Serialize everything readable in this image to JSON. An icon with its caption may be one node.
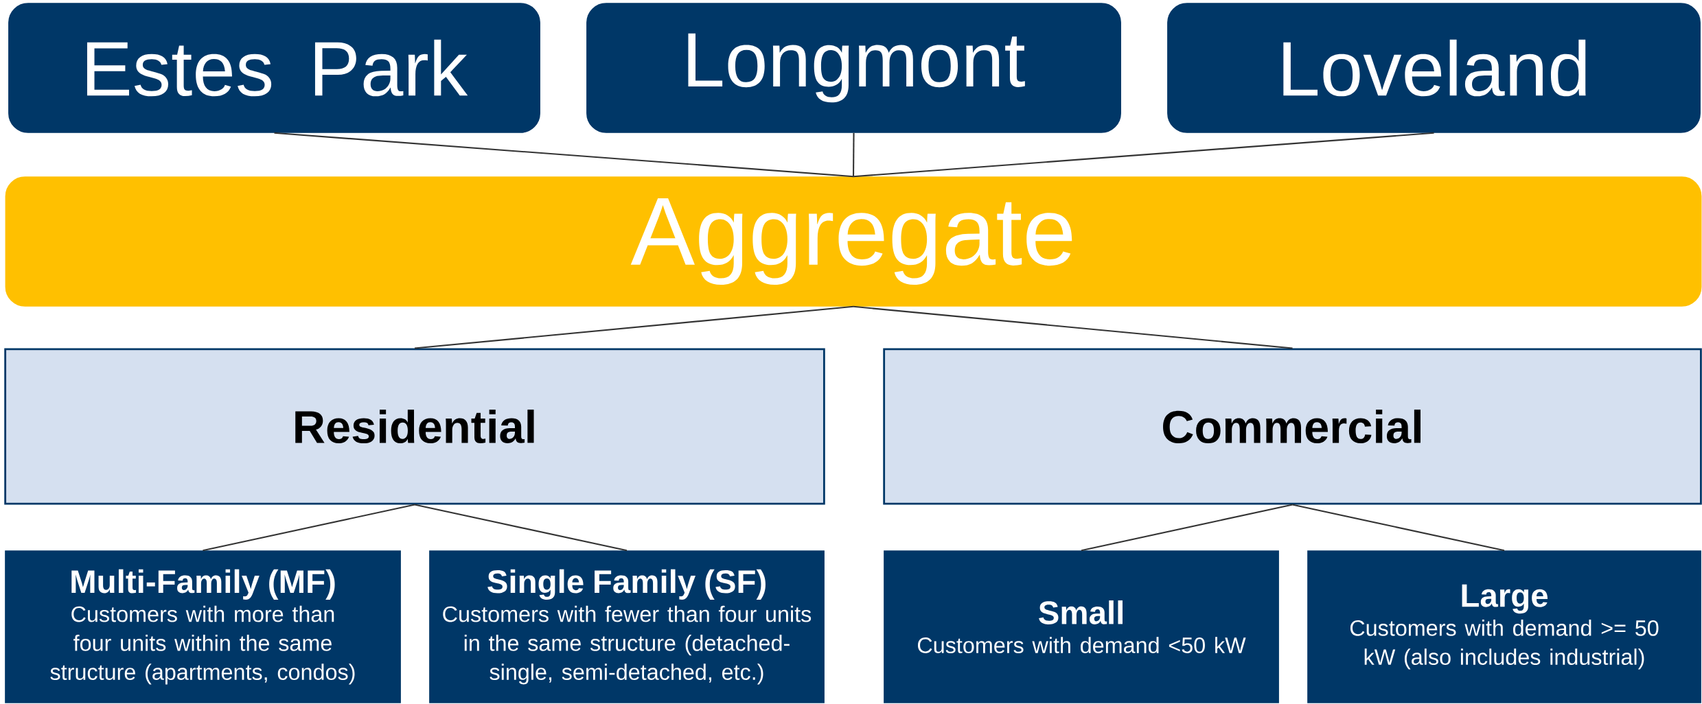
{
  "diagram": {
    "nodes": [
      {
        "text": [
          "Estes Park"
        ]
      },
      {
        "text": [
          "Longmont"
        ]
      },
      {
        "text": [
          "Loveland"
        ]
      },
      {
        "text": [
          "Aggregate"
        ]
      },
      {
        "text": [
          "Residential"
        ]
      },
      {
        "text": [
          "Commercial"
        ]
      },
      {
        "text": [
          "Multi-Family (MF)",
          "Customers with more than four units within the same structure (apartments, condos)"
        ]
      },
      {
        "text": [
          "Single Family (SF)",
          "Customers with fewer than four units in the same structure (detached-single, semi-detached, etc.)"
        ]
      },
      {
        "text": [
          "Small",
          "Customers with demand <50 kW"
        ]
      },
      {
        "text": [
          "Large",
          "Customers with demand >= 50 kW (also includes industrial)"
        ]
      }
    ],
    "edges": [
      {
        "from": 0,
        "to": 3,
        "arrow": "none"
      },
      {
        "from": 1,
        "to": 3,
        "arrow": "none"
      },
      {
        "from": 2,
        "to": 3,
        "arrow": "none"
      },
      {
        "from": 3,
        "to": 4,
        "arrow": "none"
      },
      {
        "from": 3,
        "to": 5,
        "arrow": "none"
      },
      {
        "from": 4,
        "to": 6,
        "arrow": "none"
      },
      {
        "from": 4,
        "to": 7,
        "arrow": "none"
      },
      {
        "from": 5,
        "to": 8,
        "arrow": "none"
      },
      {
        "from": 5,
        "to": 9,
        "arrow": "none"
      }
    ]
  }
}
